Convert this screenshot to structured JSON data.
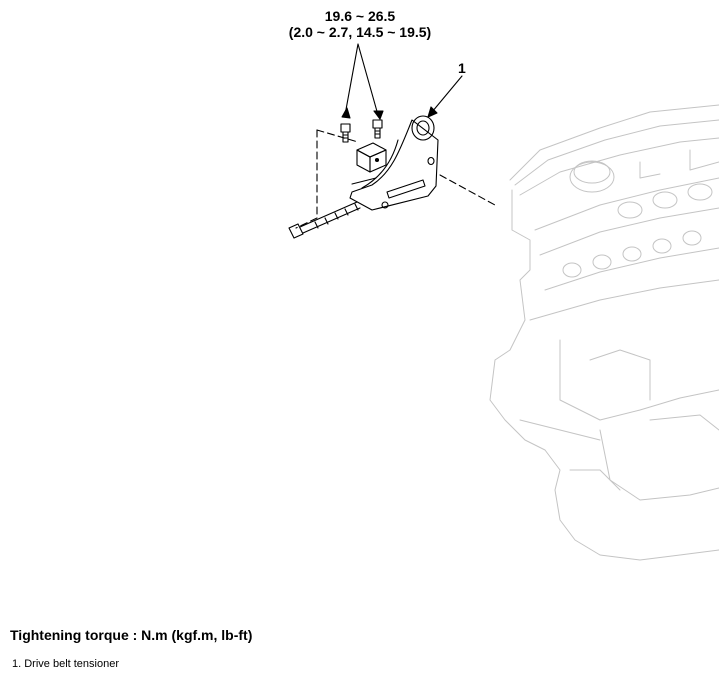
{
  "diagram": {
    "torque_spec_line1": "19.6 ~ 26.5",
    "torque_spec_line2": "(2.0 ~ 2.7, 14.5 ~ 19.5)",
    "callout_number": "1"
  },
  "caption": "Tightening torque : N.m (kgf.m, lb-ft)",
  "legend": [
    {
      "text": "1. Drive belt tensioner"
    }
  ]
}
